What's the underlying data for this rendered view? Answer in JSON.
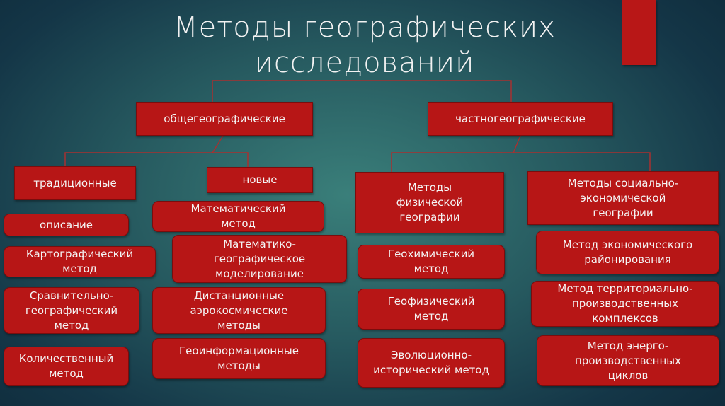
{
  "title": {
    "line1": "Методы географических",
    "line2": "исследований"
  },
  "colors": {
    "box": "#b71616",
    "line": "#a52a2a"
  },
  "level1": {
    "general": "общегеографические",
    "specific": "частногеографические"
  },
  "level2": {
    "traditional": "традиционные",
    "new": "новые",
    "physical": "Методы физической географии",
    "socio": "Методы социально-экономической географии"
  },
  "traditional_items": [
    "описание",
    "Картографический метод",
    "Сравнительно-географический метод",
    "Количественный метод"
  ],
  "new_items": [
    "Математический метод",
    "Математико-географическое моделирование",
    "Дистанционные аэрокосмические методы",
    "Геоинформационные методы"
  ],
  "physical_items": [
    "Геохимический метод",
    "Геофизический метод",
    "Эволюционно-исторический метод"
  ],
  "socio_items": [
    "Метод экономического районирования",
    "Метод территориально-производственных комплексов",
    "Метод энерго-производственных циклов"
  ]
}
